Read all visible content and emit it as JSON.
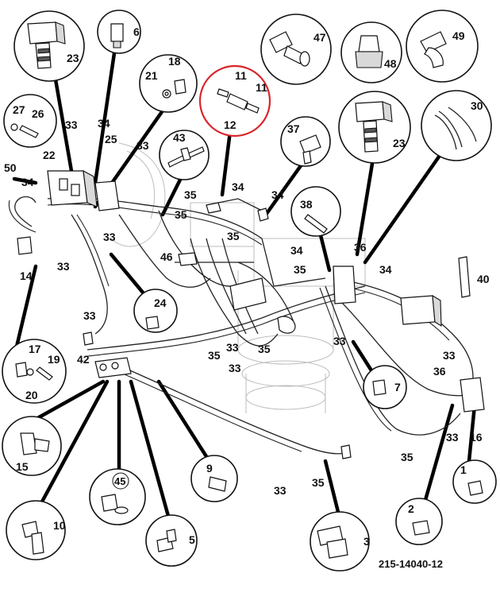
{
  "callouts": [
    "1",
    "2",
    "3",
    "5",
    "6",
    "7",
    "9",
    "10",
    "11",
    "11",
    "12",
    "14",
    "15",
    "16",
    "17",
    "18",
    "19",
    "20",
    "21",
    "22",
    "23",
    "23",
    "24",
    "25",
    "26",
    "27",
    "30",
    "33",
    "34",
    "35",
    "36",
    "37",
    "38",
    "40",
    "42",
    "43",
    "45",
    "46",
    "47",
    "48",
    "49",
    "50"
  ],
  "labels": {
    "n1": "1",
    "n2": "2",
    "n3": "3",
    "n5": "5",
    "n6": "6",
    "n7": "7",
    "n9": "9",
    "n10": "10",
    "n11a": "11",
    "n11b": "11",
    "n12": "12",
    "n14": "14",
    "n15": "15",
    "n16": "16",
    "n17": "17",
    "n18": "18",
    "n19": "19",
    "n20": "20",
    "n21": "21",
    "n22": "22",
    "n23a": "23",
    "n23b": "23",
    "n24": "24",
    "n25": "25",
    "n26": "26",
    "n27": "27",
    "n30": "30",
    "n33": "33",
    "n34": "34",
    "n35": "35",
    "n36": "36",
    "n37": "37",
    "n38": "38",
    "n40": "40",
    "n42": "42",
    "n43": "43",
    "n45": "45",
    "n46": "46",
    "n47": "47",
    "n48": "48",
    "n49": "49",
    "n50": "50"
  },
  "drawing_reference": "215-14040-12",
  "colors": {
    "highlight": "#d9262b",
    "ink": "#111111",
    "ghost": "#bdbdbd"
  }
}
